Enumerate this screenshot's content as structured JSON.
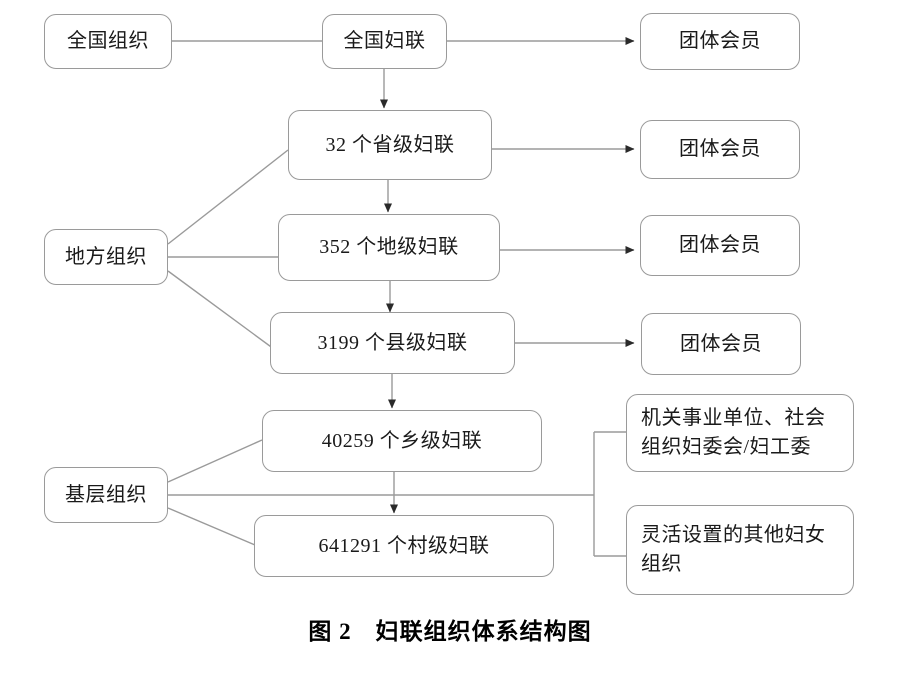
{
  "figure": {
    "caption": "图 2　妇联组织体系结构图"
  },
  "categories": {
    "national": "全国组织",
    "local": "地方组织",
    "grassroots": "基层组织"
  },
  "nodes": {
    "national_federation": "全国妇联",
    "provincial": "32 个省级妇联",
    "prefecture": "352 个地级妇联",
    "county": "3199 个县级妇联",
    "township": "40259 个乡级妇联",
    "village": "641291 个村级妇联",
    "group_member_1": "团体会员",
    "group_member_2": "团体会员",
    "group_member_3": "团体会员",
    "group_member_4": "团体会员",
    "work_unit_committee": "机关事业单位、社会\n组织妇委会/妇工委",
    "flexible_org": "灵活设置的其他妇女\n组织"
  },
  "chart_data": {
    "type": "diagram",
    "title": "图 2　妇联组织体系结构图",
    "diagram_kind": "organizational-hierarchy",
    "groups": [
      {
        "name": "全国组织",
        "members": [
          "全国妇联"
        ]
      },
      {
        "name": "地方组织",
        "members": [
          "32 个省级妇联",
          "352 个地级妇联",
          "3199 个县级妇联"
        ]
      },
      {
        "name": "基层组织",
        "members": [
          "40259 个乡级妇联",
          "641291 个村级妇联",
          "机关事业单位、社会组织妇委会/妇工委",
          "灵活设置的其他妇女组织"
        ]
      }
    ],
    "levels": [
      {
        "label": "全国妇联",
        "count": null,
        "unit": null
      },
      {
        "label": "32 个省级妇联",
        "count": 32,
        "unit": "省级妇联"
      },
      {
        "label": "352 个地级妇联",
        "count": 352,
        "unit": "地级妇联"
      },
      {
        "label": "3199 个县级妇联",
        "count": 3199,
        "unit": "县级妇联"
      },
      {
        "label": "40259 个乡级妇联",
        "count": 40259,
        "unit": "乡级妇联"
      },
      {
        "label": "641291 个村级妇联",
        "count": 641291,
        "unit": "村级妇联"
      }
    ],
    "edges": [
      {
        "from": "全国组织",
        "to": "全国妇联",
        "style": "plain"
      },
      {
        "from": "全国妇联",
        "to": "团体会员",
        "style": "arrow"
      },
      {
        "from": "全国妇联",
        "to": "32 个省级妇联",
        "style": "arrow"
      },
      {
        "from": "32 个省级妇联",
        "to": "团体会员",
        "style": "arrow"
      },
      {
        "from": "32 个省级妇联",
        "to": "352 个地级妇联",
        "style": "arrow"
      },
      {
        "from": "352 个地级妇联",
        "to": "团体会员",
        "style": "arrow"
      },
      {
        "from": "352 个地级妇联",
        "to": "3199 个县级妇联",
        "style": "arrow"
      },
      {
        "from": "3199 个县级妇联",
        "to": "团体会员",
        "style": "arrow"
      },
      {
        "from": "3199 个县级妇联",
        "to": "40259 个乡级妇联",
        "style": "arrow"
      },
      {
        "from": "40259 个乡级妇联",
        "to": "641291 个村级妇联",
        "style": "arrow"
      },
      {
        "from": "地方组织",
        "to": "32 个省级妇联",
        "style": "plain"
      },
      {
        "from": "地方组织",
        "to": "352 个地级妇联",
        "style": "plain"
      },
      {
        "from": "地方组织",
        "to": "3199 个县级妇联",
        "style": "plain"
      },
      {
        "from": "基层组织",
        "to": "40259 个乡级妇联",
        "style": "plain"
      },
      {
        "from": "基层组织",
        "to": "641291 个村级妇联",
        "style": "plain"
      },
      {
        "from": "基层组织",
        "to": "机关事业单位、社会组织妇委会/妇工委",
        "style": "plain"
      },
      {
        "from": "基层组织",
        "to": "灵活设置的其他妇女组织",
        "style": "plain"
      }
    ],
    "colors": {
      "node_border": "#9a9a9a",
      "node_fill": "#ffffff",
      "edge": "#9a9a9a",
      "text": "#1a1a1a",
      "background": "#ffffff"
    }
  }
}
